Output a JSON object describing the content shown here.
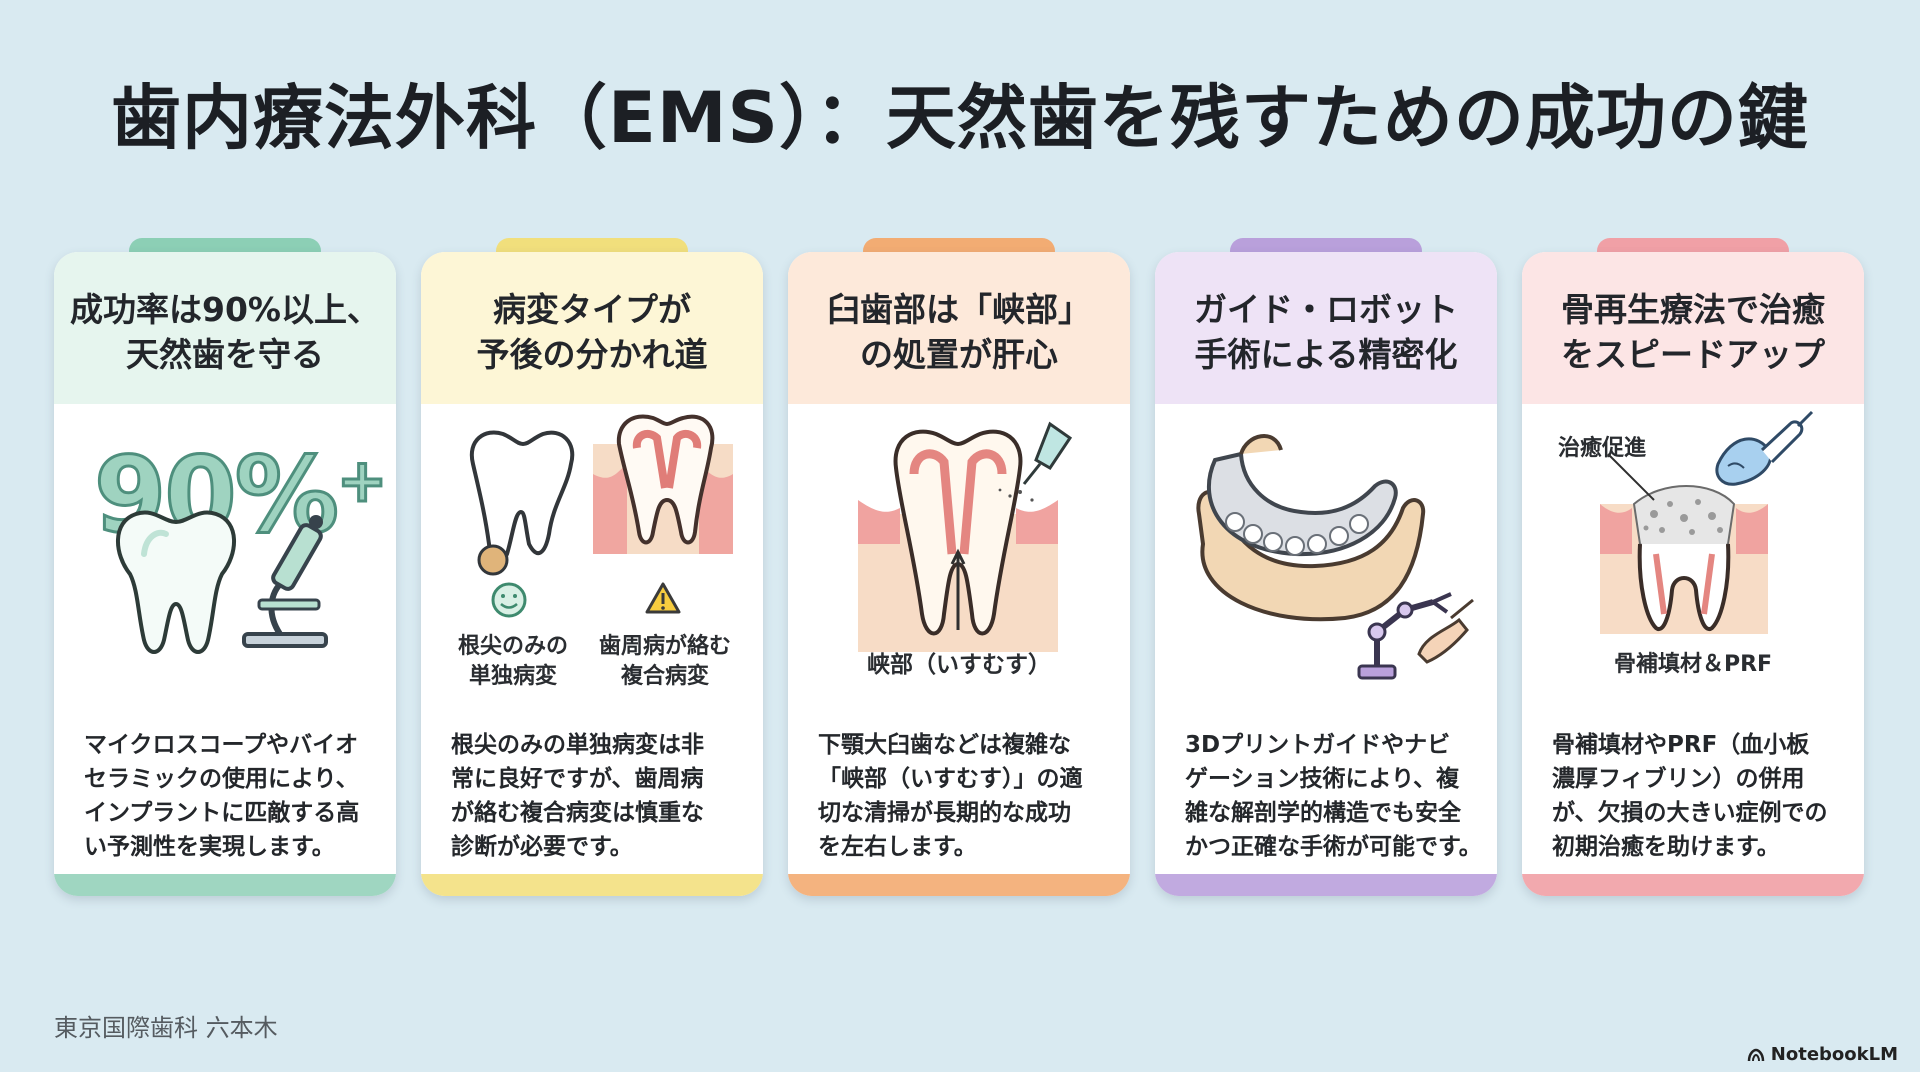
{
  "title": "歯内療法外科（EMS）：天然歯を残すための成功の鍵",
  "colors": {
    "background": "#d9eaf1",
    "card1": "#8ccfb5",
    "card1_head": "#e6f5ee",
    "card2": "#f1df7c",
    "card2_head": "#fdf6d6",
    "card3": "#f2ac73",
    "card3_head": "#fde9da",
    "card4": "#b9a0db",
    "card4_head": "#eee3f6",
    "card5": "#f0a0a6",
    "card5_head": "#fce5e5"
  },
  "cards": [
    {
      "heading": [
        "成功率は90%以上、",
        "天然歯を守る"
      ],
      "big_number": "90%",
      "big_plus": "+",
      "icons": [
        "tooth-icon",
        "microscope-icon"
      ],
      "description": [
        "マイクロスコープやバイオ",
        "セラミックの使用により、",
        "インプラントに匹敵する高",
        "い予測性を実現します。"
      ]
    },
    {
      "heading": [
        "病変タイプが",
        "予後の分かれ道"
      ],
      "labels": [
        [
          "根尖のみの",
          "単独病変"
        ],
        [
          "歯周病が絡む",
          "複合病変"
        ]
      ],
      "icons": [
        "smile-icon",
        "warning-icon"
      ],
      "description": [
        "根尖のみの単独病変は非",
        "常に良好ですが、歯周病",
        "が絡む複合病変は慎重な",
        "診断が必要です。"
      ]
    },
    {
      "heading": [
        "臼歯部は「峡部」",
        "の処置が肝心"
      ],
      "labels": [
        "峡部（いすむす）"
      ],
      "icons": [
        "tooth-cross-section-icon",
        "dental-instrument-icon"
      ],
      "description": [
        "下顎大臼歯などは複雑な",
        "「峡部（いすむす）」の適",
        "切な清掃が長期的な成功",
        "を左右します。"
      ]
    },
    {
      "heading": [
        "ガイド・ロボット",
        "手術による精密化"
      ],
      "icons": [
        "surgical-guide-icon",
        "robot-arm-icon"
      ],
      "description": [
        "3Dプリントガイドやナビ",
        "ゲーション技術により、複",
        "雑な解剖学的構造でも安全",
        "かつ正確な手術が可能です。"
      ]
    },
    {
      "heading": [
        "骨再生療法で治癒",
        "をスピードアップ"
      ],
      "labels": [
        "治癒促進",
        "骨補填材＆PRF"
      ],
      "icons": [
        "bone-graft-icon",
        "syringe-icon"
      ],
      "description": [
        "骨補填材やPRF（血小板",
        "濃厚フィブリン）の併用",
        "が、欠損の大きい症例での",
        "初期治癒を助けます。"
      ]
    }
  ],
  "footer": {
    "clinic": "東京国際歯科 六本木",
    "brand": "NotebookLM"
  }
}
